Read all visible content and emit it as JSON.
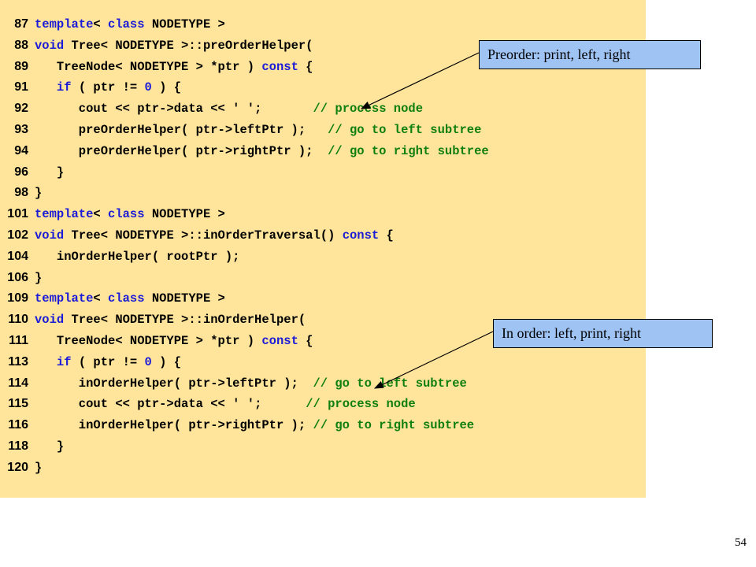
{
  "slide": {
    "number": "54"
  },
  "callouts": {
    "preorder": "Preorder: print, left, right",
    "inorder": "In order: left, print, right"
  },
  "code": {
    "lines": [
      {
        "num": "87",
        "segments": [
          [
            "kw",
            "template"
          ],
          [
            "",
            "< "
          ],
          [
            "kw",
            "class"
          ],
          [
            "",
            " NODETYPE >"
          ]
        ]
      },
      {
        "num": "88",
        "segments": [
          [
            "kw",
            "void"
          ],
          [
            "",
            " Tree< NODETYPE >::preOrderHelper("
          ]
        ]
      },
      {
        "num": "89",
        "segments": [
          [
            "",
            "   TreeNode< NODETYPE > *ptr ) "
          ],
          [
            "kw",
            "const"
          ],
          [
            "",
            " {"
          ]
        ]
      },
      {
        "num": "91",
        "segments": [
          [
            "",
            "   "
          ],
          [
            "kw",
            "if"
          ],
          [
            "",
            " ( ptr != "
          ],
          [
            "num",
            "0"
          ],
          [
            "",
            " ) {"
          ]
        ]
      },
      {
        "num": "92",
        "segments": [
          [
            "",
            "      cout << ptr->data << "
          ],
          [
            "st",
            "' '"
          ],
          [
            "",
            ";       "
          ],
          [
            "cm",
            "// process node"
          ]
        ]
      },
      {
        "num": "93",
        "segments": [
          [
            "",
            "      preOrderHelper( ptr->leftPtr );   "
          ],
          [
            "cm",
            "// go to left subtree"
          ]
        ]
      },
      {
        "num": "94",
        "segments": [
          [
            "",
            "      preOrderHelper( ptr->rightPtr );  "
          ],
          [
            "cm",
            "// go to right subtree"
          ]
        ]
      },
      {
        "num": "96",
        "segments": [
          [
            "",
            "   }"
          ]
        ]
      },
      {
        "num": "98",
        "segments": [
          [
            "",
            "}"
          ]
        ]
      },
      {
        "num": "101",
        "segments": [
          [
            "kw",
            "template"
          ],
          [
            "",
            "< "
          ],
          [
            "kw",
            "class"
          ],
          [
            "",
            " NODETYPE >"
          ]
        ]
      },
      {
        "num": "102",
        "segments": [
          [
            "kw",
            "void"
          ],
          [
            "",
            " Tree< NODETYPE >::inOrderTraversal() "
          ],
          [
            "kw",
            "const"
          ],
          [
            "",
            " {"
          ]
        ]
      },
      {
        "num": "104",
        "segments": [
          [
            "",
            "   inOrderHelper( rootPtr );"
          ]
        ]
      },
      {
        "num": "106",
        "segments": [
          [
            "",
            "}"
          ]
        ]
      },
      {
        "num": "109",
        "segments": [
          [
            "kw",
            "template"
          ],
          [
            "",
            "< "
          ],
          [
            "kw",
            "class"
          ],
          [
            "",
            " NODETYPE >"
          ]
        ]
      },
      {
        "num": "110",
        "segments": [
          [
            "kw",
            "void"
          ],
          [
            "",
            " Tree< NODETYPE >::inOrderHelper("
          ]
        ]
      },
      {
        "num": "111",
        "segments": [
          [
            "",
            "   TreeNode< NODETYPE > *ptr ) "
          ],
          [
            "kw",
            "const"
          ],
          [
            "",
            " {"
          ]
        ]
      },
      {
        "num": "113",
        "segments": [
          [
            "",
            "   "
          ],
          [
            "kw",
            "if"
          ],
          [
            "",
            " ( ptr != "
          ],
          [
            "num",
            "0"
          ],
          [
            "",
            " ) {"
          ]
        ]
      },
      {
        "num": "114",
        "segments": [
          [
            "",
            "      inOrderHelper( ptr->leftPtr );  "
          ],
          [
            "cm",
            "// go to left subtree"
          ]
        ]
      },
      {
        "num": "115",
        "segments": [
          [
            "",
            "      cout << ptr->data << "
          ],
          [
            "st",
            "' '"
          ],
          [
            "",
            ";      "
          ],
          [
            "cm",
            "// process node"
          ]
        ]
      },
      {
        "num": "116",
        "segments": [
          [
            "",
            "      inOrderHelper( ptr->rightPtr ); "
          ],
          [
            "cm",
            "// go to right subtree"
          ]
        ]
      },
      {
        "num": "118",
        "segments": [
          [
            "",
            "   }"
          ]
        ]
      },
      {
        "num": "120",
        "segments": [
          [
            "",
            "}"
          ]
        ]
      }
    ]
  },
  "colors": {
    "panel_background": "#ffe49b",
    "keyword": "#1b1bd8",
    "comment": "#0f7f0f",
    "callout_background": "#9fc3f3"
  }
}
